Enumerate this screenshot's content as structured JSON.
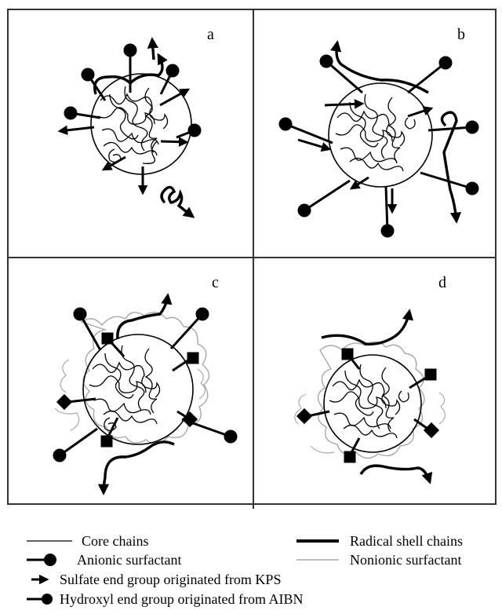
{
  "panels": [
    {
      "id": "a",
      "label": "a"
    },
    {
      "id": "b",
      "label": "b"
    },
    {
      "id": "c",
      "label": "c"
    },
    {
      "id": "d",
      "label": "d"
    }
  ],
  "legend": {
    "core_chains": "Core chains",
    "radical_shell_chains": "Radical shell chains",
    "anionic_surfactant": "Anionic surfactant",
    "nonionic_surfactant": "Nonionic surfactant",
    "sulfate_end_group": "Sulfate end group originated from KPS",
    "hydroxyl_end_group": "Hydroxyl  end group originated from AIBN"
  },
  "colors": {
    "ink": "#000000",
    "nonionic": "#a8a8a8",
    "frame": "#333333"
  },
  "icons": {
    "anionic": "line-with-round-head",
    "sulfate": "arrow-head",
    "hydroxyl": "line-with-square-head"
  }
}
